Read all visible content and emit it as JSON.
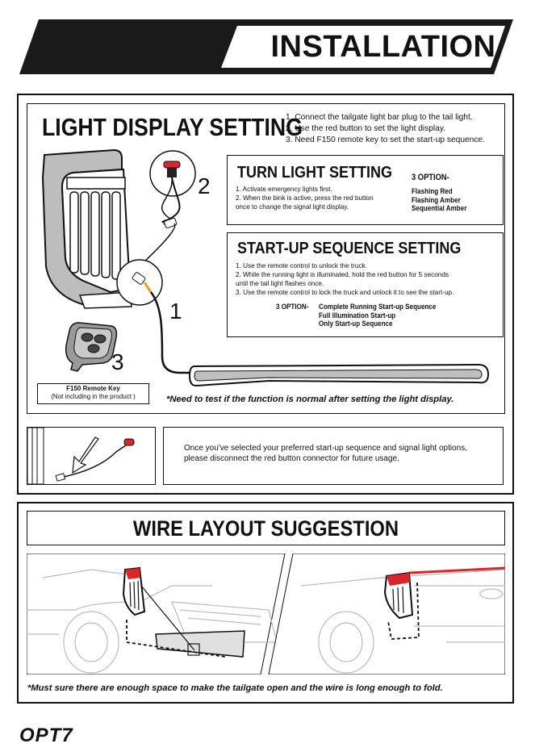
{
  "header": {
    "title": "INSTALLATION"
  },
  "light_display": {
    "title": "LIGHT DISPLAY SETTING",
    "steps": [
      "1. Connect the tailgate light bar plug to the tail light.",
      "2. Use the red button to set the light display.",
      "3. Need F150 remote key to set the start-up sequence."
    ],
    "callouts": [
      "2",
      "1",
      "3"
    ],
    "remote_caption": [
      "F150 Remote Key",
      "(Not including in the product )"
    ],
    "note": "*Need to test if the function is normal after setting the light display."
  },
  "turn_light": {
    "title": "TURN LIGHT SETTING",
    "lines": [
      "1. Activate emergency lights first.",
      "2. When the bink is active, press the red button",
      "once to change the signal light display."
    ],
    "options_label": "3 OPTION-",
    "options": [
      "Flashing Red",
      "Flashing Amber",
      "Sequential Amber"
    ]
  },
  "startup": {
    "title": "START-UP SEQUENCE SETTING",
    "lines": [
      "1. Use the remote control to unlock the truck.",
      "2. While the running light is illuminated, hold the red button for 5 seconds",
      "until the tail light flashes once.",
      "3. Use the remote control to lock the truck and unlock it to see the start-up."
    ],
    "options_label": "3 OPTION-",
    "options": [
      "Complete Running Start-up Sequence",
      "Full Illumination Start-up",
      "Only Start-up Sequence"
    ]
  },
  "disconnect": {
    "lines": [
      "Once you've selected your preferred start-up sequence and signal light options,",
      "please disconnect the red button connector for future usage."
    ]
  },
  "wire_layout": {
    "title": "WIRE LAYOUT SUGGESTION",
    "note": "*Must sure there are enough space to make the tailgate open and the wire is long enough to fold."
  },
  "brand": {
    "logo": "OPT7"
  },
  "colors": {
    "red": "#d8262b",
    "amber": "#f0a020",
    "grey": "#bfbfbf",
    "dark": "#111111"
  }
}
